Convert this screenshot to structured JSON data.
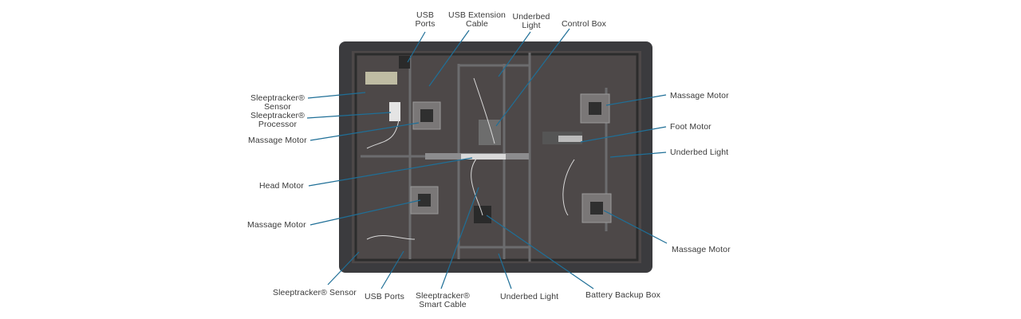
{
  "diagram": {
    "line_color": "#1f6f97",
    "frame_color": "#3a3a3c",
    "interior_color": "#4a4646",
    "callouts": {
      "usb_ports_top": [
        "USB",
        "Ports"
      ],
      "usb_extension_cable": [
        "USB Extension",
        "Cable"
      ],
      "underbed_light_top": [
        "Underbed",
        "Light"
      ],
      "control_box": "Control Box",
      "sleeptracker_sensor_left": [
        "Sleeptracker®",
        "Sensor"
      ],
      "sleeptracker_processor": [
        "Sleeptracker®",
        "Processor"
      ],
      "massage_motor_left_top": "Massage Motor",
      "head_motor": "Head Motor",
      "massage_motor_left_bottom": "Massage Motor",
      "sleeptracker_sensor_bottom": "Sleeptracker® Sensor",
      "usb_ports_bottom": "USB Ports",
      "sleeptracker_smart_cable": [
        "Sleeptracker®",
        "Smart Cable"
      ],
      "underbed_light_bottom": "Underbed Light",
      "battery_backup_box": "Battery Backup Box",
      "massage_motor_right_top": "Massage Motor",
      "foot_motor": "Foot Motor",
      "underbed_light_right": "Underbed Light",
      "massage_motor_right_bottom": "Massage Motor"
    }
  }
}
